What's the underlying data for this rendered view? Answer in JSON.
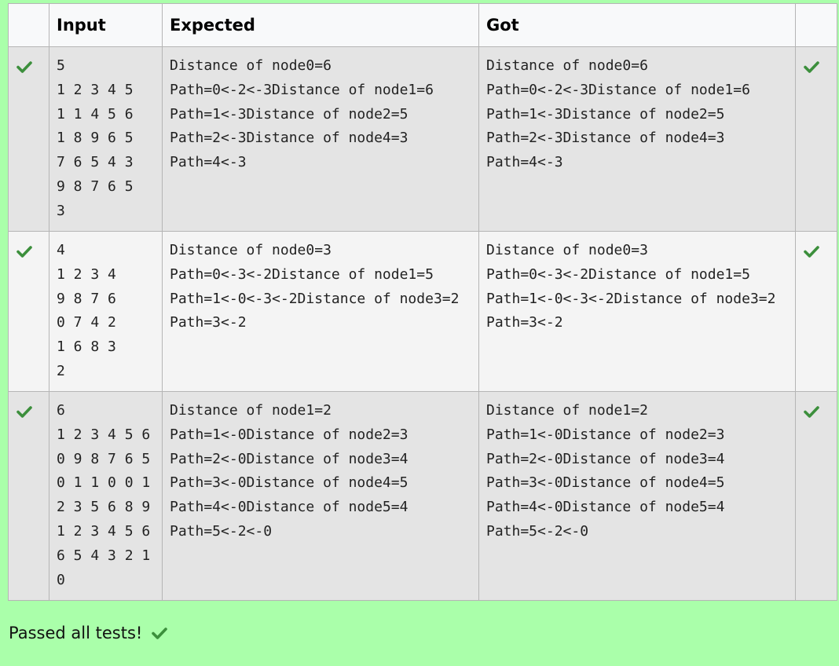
{
  "colors": {
    "page_background": "#aaffaa",
    "pass_check": "#3c8f3c",
    "header_background": "#f8f9fa",
    "row_odd": "#e4e4e4",
    "row_even": "#f4f4f4"
  },
  "table": {
    "headers": {
      "status": "",
      "input": "Input",
      "expected": "Expected",
      "got": "Got",
      "result": ""
    },
    "rows": [
      {
        "status_icon": "pass-check-icon",
        "result_icon": "pass-check-icon",
        "input": [
          "5",
          "1 2 3 4 5",
          "1 1 4 5 6",
          "1 8 9 6 5",
          "7 6 5 4 3",
          "9 8 7 6 5",
          "3"
        ],
        "expected": [
          "Distance of node0=6",
          "Path=0<-2<-3Distance of node1=6",
          "Path=1<-3Distance of node2=5",
          "Path=2<-3Distance of node4=3",
          "Path=4<-3"
        ],
        "got": [
          "Distance of node0=6",
          "Path=0<-2<-3Distance of node1=6",
          "Path=1<-3Distance of node2=5",
          "Path=2<-3Distance of node4=3",
          "Path=4<-3"
        ]
      },
      {
        "status_icon": "pass-check-icon",
        "result_icon": "pass-check-icon",
        "input": [
          "4",
          "1 2 3 4",
          "9 8 7 6",
          "0 7 4 2",
          "1 6 8 3",
          "2"
        ],
        "expected": [
          "Distance of node0=3",
          "Path=0<-3<-2Distance of node1=5",
          "Path=1<-0<-3<-2Distance of node3=2",
          "Path=3<-2"
        ],
        "got": [
          "Distance of node0=3",
          "Path=0<-3<-2Distance of node1=5",
          "Path=1<-0<-3<-2Distance of node3=2",
          "Path=3<-2"
        ]
      },
      {
        "status_icon": "pass-check-icon",
        "result_icon": "pass-check-icon",
        "input": [
          "6",
          "1 2 3 4 5 6",
          "0 9 8 7 6 5",
          "0 1 1 0 0 1",
          "2 3 5 6 8 9",
          "1 2 3 4 5 6",
          "6 5 4 3 2 1",
          "0"
        ],
        "expected": [
          "Distance of node1=2",
          "Path=1<-0Distance of node2=3",
          "Path=2<-0Distance of node3=4",
          "Path=3<-0Distance of node4=5",
          "Path=4<-0Distance of node5=4",
          "Path=5<-2<-0"
        ],
        "got": [
          "Distance of node1=2",
          "Path=1<-0Distance of node2=3",
          "Path=2<-0Distance of node3=4",
          "Path=3<-0Distance of node4=5",
          "Path=4<-0Distance of node5=4",
          "Path=5<-2<-0"
        ]
      }
    ]
  },
  "footer": {
    "message": "Passed all tests!",
    "icon": "pass-check-icon"
  }
}
